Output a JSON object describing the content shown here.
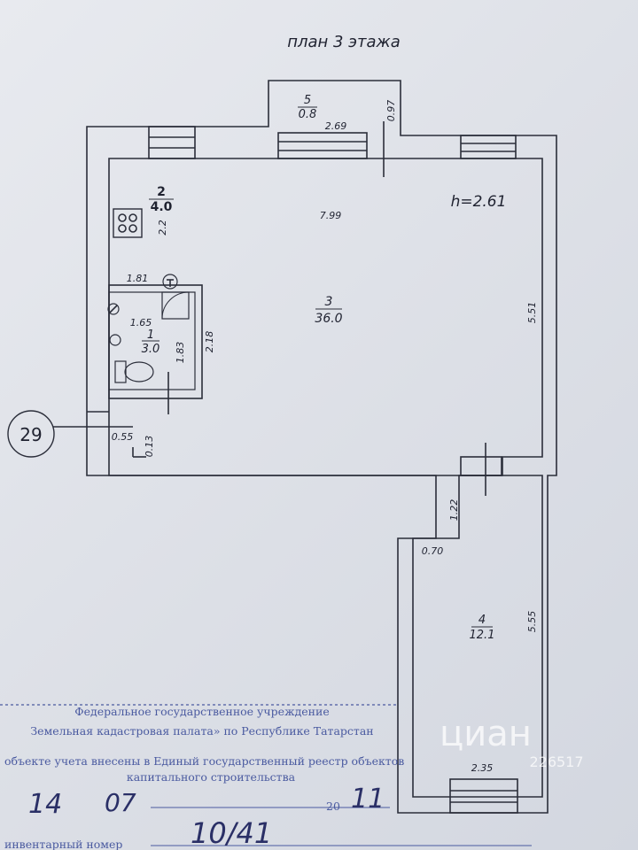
{
  "title": "план 3 этажа",
  "height_label": "h=2.61",
  "axis_marker": "29",
  "rooms": [
    {
      "number": "5",
      "area": "0.8"
    },
    {
      "number": "2",
      "area": "4.0"
    },
    {
      "number": "3",
      "area": "36.0"
    },
    {
      "number": "1",
      "area": "3.0"
    },
    {
      "number": "4",
      "area": "12.1"
    }
  ],
  "dimensions": {
    "d_269": "2.69",
    "d_097": "0.97",
    "d_799": "7.99",
    "d_22": "2.2",
    "d_181": "1.81",
    "d_165": "1.65",
    "d_183": "1.83",
    "d_218": "2.18",
    "d_551": "5.51",
    "d_055": "0.55",
    "d_013": "0.13",
    "d_122": "1.22",
    "d_070": "0.70",
    "d_555": "5.55",
    "d_235": "2.35"
  },
  "stamp": {
    "line1": "Федеральное государственное учреждение",
    "line2": "Земельная кадастровая палата» по Республике Татарстан",
    "line3": "объекте учета внесены в Единый государственный реестр объектов",
    "line4": "капитального строительства",
    "year_prefix": "20",
    "inventory_label": "инвентарный номер"
  },
  "handwriting": {
    "day": "14",
    "month": "07",
    "year": "11",
    "inventory": "10/41"
  },
  "watermark": {
    "brand": "циан",
    "id": "226517"
  },
  "colors": {
    "line": "#2b2e3a",
    "stamp": "#4a5aa0",
    "ink": "#2a2f66"
  }
}
